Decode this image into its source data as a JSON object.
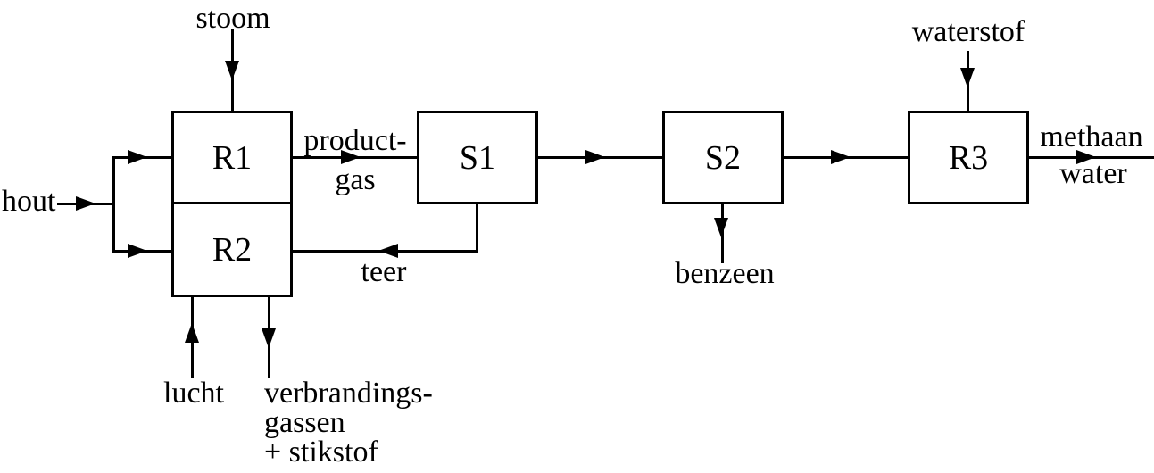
{
  "diagram": {
    "type": "process-flow",
    "boxes": [
      {
        "id": "R1",
        "label": "R1"
      },
      {
        "id": "R2",
        "label": "R2"
      },
      {
        "id": "S1",
        "label": "S1"
      },
      {
        "id": "S2",
        "label": "S2"
      },
      {
        "id": "R3",
        "label": "R3"
      }
    ],
    "streams": {
      "stoom": "stoom",
      "hout": "hout",
      "productgas": "product-\ngas",
      "teer": "teer",
      "lucht": "lucht",
      "verbrandingsgassen": "verbrandings-\ngassen\n+ stikstof",
      "benzeen": "benzeen",
      "waterstof": "waterstof",
      "methaan": "methaan",
      "water": "water"
    },
    "colors": {
      "line": "#000000",
      "background": "#ffffff"
    }
  }
}
